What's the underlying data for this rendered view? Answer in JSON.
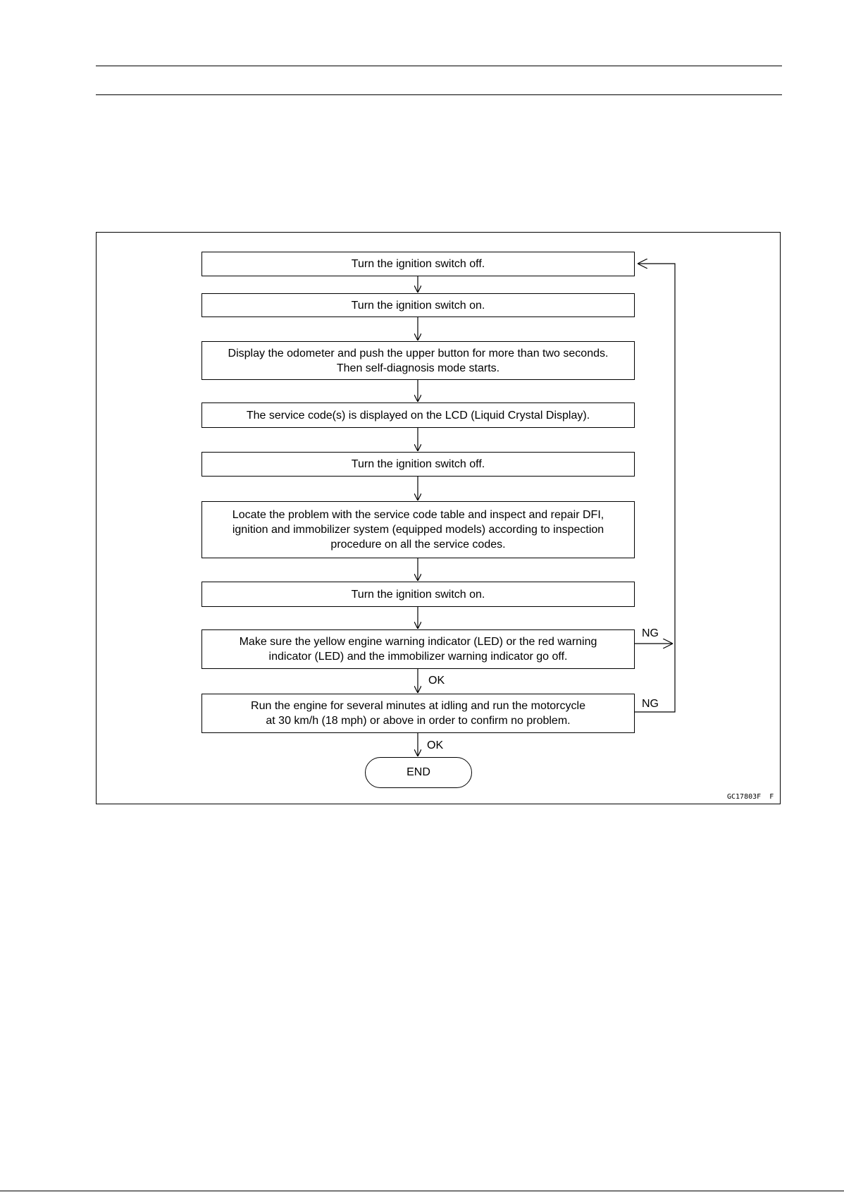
{
  "flowchart": {
    "steps": [
      {
        "lines": [
          "Turn the ignition switch off."
        ]
      },
      {
        "lines": [
          "Turn the ignition switch on."
        ]
      },
      {
        "lines": [
          "Display the odometer and push the upper button for more than two seconds.",
          "Then self-diagnosis mode starts."
        ]
      },
      {
        "lines": [
          "The service code(s) is displayed on the LCD (Liquid Crystal Display)."
        ]
      },
      {
        "lines": [
          "Turn the ignition switch off."
        ]
      },
      {
        "lines": [
          "Locate the problem with the service code table and inspect and repair DFI,",
          "ignition and immobilizer system (equipped models) according to inspection",
          "procedure on all the service codes."
        ]
      },
      {
        "lines": [
          "Turn the ignition switch on."
        ]
      },
      {
        "lines": [
          "Make sure the yellow engine warning indicator (LED) or the red warning",
          "indicator (LED) and the immobilizer warning indicator go off."
        ]
      },
      {
        "lines": [
          "Run the engine for several minutes at idling and run the motorcycle",
          "at 30 km/h (18 mph) or above in order to confirm no problem."
        ]
      }
    ],
    "end_label": "END",
    "ok_label_1": "OK",
    "ok_label_2": "OK",
    "ng_label_1": "NG",
    "ng_label_2": "NG",
    "figure_code": "GC17803F  F"
  }
}
